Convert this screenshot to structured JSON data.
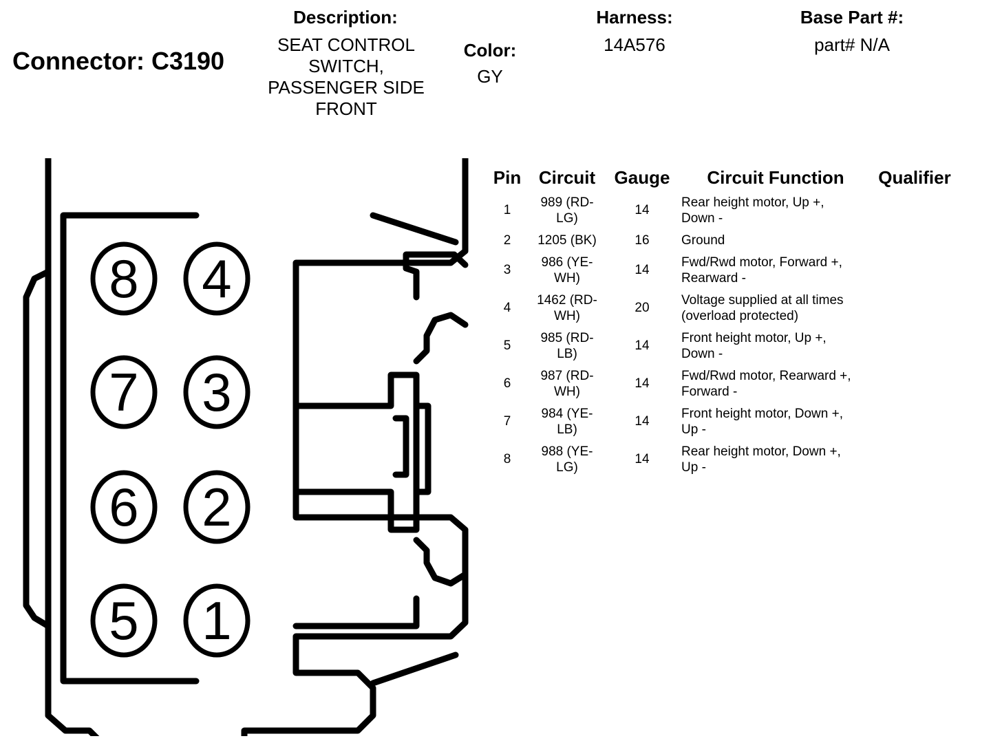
{
  "connector": {
    "label": "Connector: C3190"
  },
  "description": {
    "heading": "Description:",
    "lines": [
      "SEAT CONTROL",
      "SWITCH,",
      "PASSENGER SIDE",
      "FRONT"
    ]
  },
  "color": {
    "heading": "Color:",
    "value": "GY"
  },
  "harness": {
    "heading": "Harness:",
    "value": "14A576"
  },
  "base_part": {
    "heading": "Base Part #:",
    "value": "part# N/A"
  },
  "table": {
    "headers": {
      "pin": "Pin",
      "circuit": "Circuit",
      "gauge": "Gauge",
      "function": "Circuit Function",
      "qualifier": "Qualifier"
    },
    "rows": [
      {
        "pin": "1",
        "circuit": [
          "989 (RD-",
          "LG)"
        ],
        "gauge": "14",
        "function": [
          "Rear height motor, Up +,",
          "Down -"
        ]
      },
      {
        "pin": "2",
        "circuit": [
          "1205 (BK)"
        ],
        "gauge": "16",
        "function": [
          "Ground"
        ]
      },
      {
        "pin": "3",
        "circuit": [
          "986 (YE-",
          "WH)"
        ],
        "gauge": "14",
        "function": [
          "Fwd/Rwd motor, Forward +,",
          "Rearward -"
        ]
      },
      {
        "pin": "4",
        "circuit": [
          "1462 (RD-",
          "WH)"
        ],
        "gauge": "20",
        "function": [
          "Voltage supplied at all times",
          "(overload protected)"
        ]
      },
      {
        "pin": "5",
        "circuit": [
          "985 (RD-",
          "LB)"
        ],
        "gauge": "14",
        "function": [
          "Front height motor, Up +,",
          "Down -"
        ]
      },
      {
        "pin": "6",
        "circuit": [
          "987 (RD-",
          "WH)"
        ],
        "gauge": "14",
        "function": [
          "Fwd/Rwd motor, Rearward +,",
          "Forward -"
        ]
      },
      {
        "pin": "7",
        "circuit": [
          "984 (YE-",
          "LB)"
        ],
        "gauge": "14",
        "function": [
          "Front height motor, Down +,",
          "Up -"
        ]
      },
      {
        "pin": "8",
        "circuit": [
          "988 (YE-",
          "LG)"
        ],
        "gauge": "14",
        "function": [
          "Rear height motor, Down +,",
          "Up -"
        ]
      }
    ]
  },
  "diagram": {
    "pin_labels": [
      "8",
      "4",
      "7",
      "3",
      "6",
      "2",
      "5",
      "1"
    ]
  }
}
